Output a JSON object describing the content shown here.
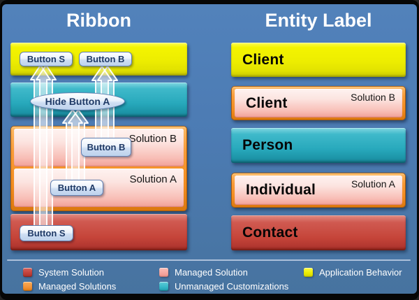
{
  "titles": {
    "ribbon": "Ribbon",
    "entity_label": "Entity Label"
  },
  "ribbon_column": {
    "app_bar_buttons": [
      {
        "label": "Button S"
      },
      {
        "label": "Button B"
      }
    ],
    "hide_ellipse_label": "Hide Button A",
    "solution_b": {
      "name": "Solution B",
      "button_label": "Button B"
    },
    "solution_a": {
      "name": "Solution A",
      "button_label": "Button A"
    },
    "system_bar_button_label": "Button S"
  },
  "entity_column": {
    "rows": [
      {
        "label": "Client",
        "layer": "application-behavior"
      },
      {
        "label": "Client",
        "layer": "managed-solution",
        "solution": "Solution B"
      },
      {
        "label": "Person",
        "layer": "unmanaged-customizations"
      },
      {
        "label": "Individual",
        "layer": "managed-solution",
        "solution": "Solution A"
      },
      {
        "label": "Contact",
        "layer": "system-solution"
      }
    ]
  },
  "legend": {
    "items": [
      {
        "label": "System Solution",
        "color": "#C2423C"
      },
      {
        "label": "Managed Solutions",
        "color": "#F2953B"
      },
      {
        "label": "Managed Solution",
        "color": "#F5A8A2"
      },
      {
        "label": "Unmanaged Customizations",
        "color": "#38B9C9"
      },
      {
        "label": "Application Behavior",
        "color": "#EDED00"
      }
    ]
  },
  "colors": {
    "background_blue": "#4C7BB3",
    "frame_black": "#060606",
    "application_behavior_yellow": "#EDED00",
    "unmanaged_customizations_teal": "#28A9BC",
    "system_solution_red": "#C54439",
    "managed_container_orange": "#F28C1F",
    "managed_inner_pink": "#F8BEB6",
    "chip_face_blue": "#CEDEF3",
    "chip_border_blue": "#6080B2",
    "divider_blue": "#BECEE4"
  }
}
